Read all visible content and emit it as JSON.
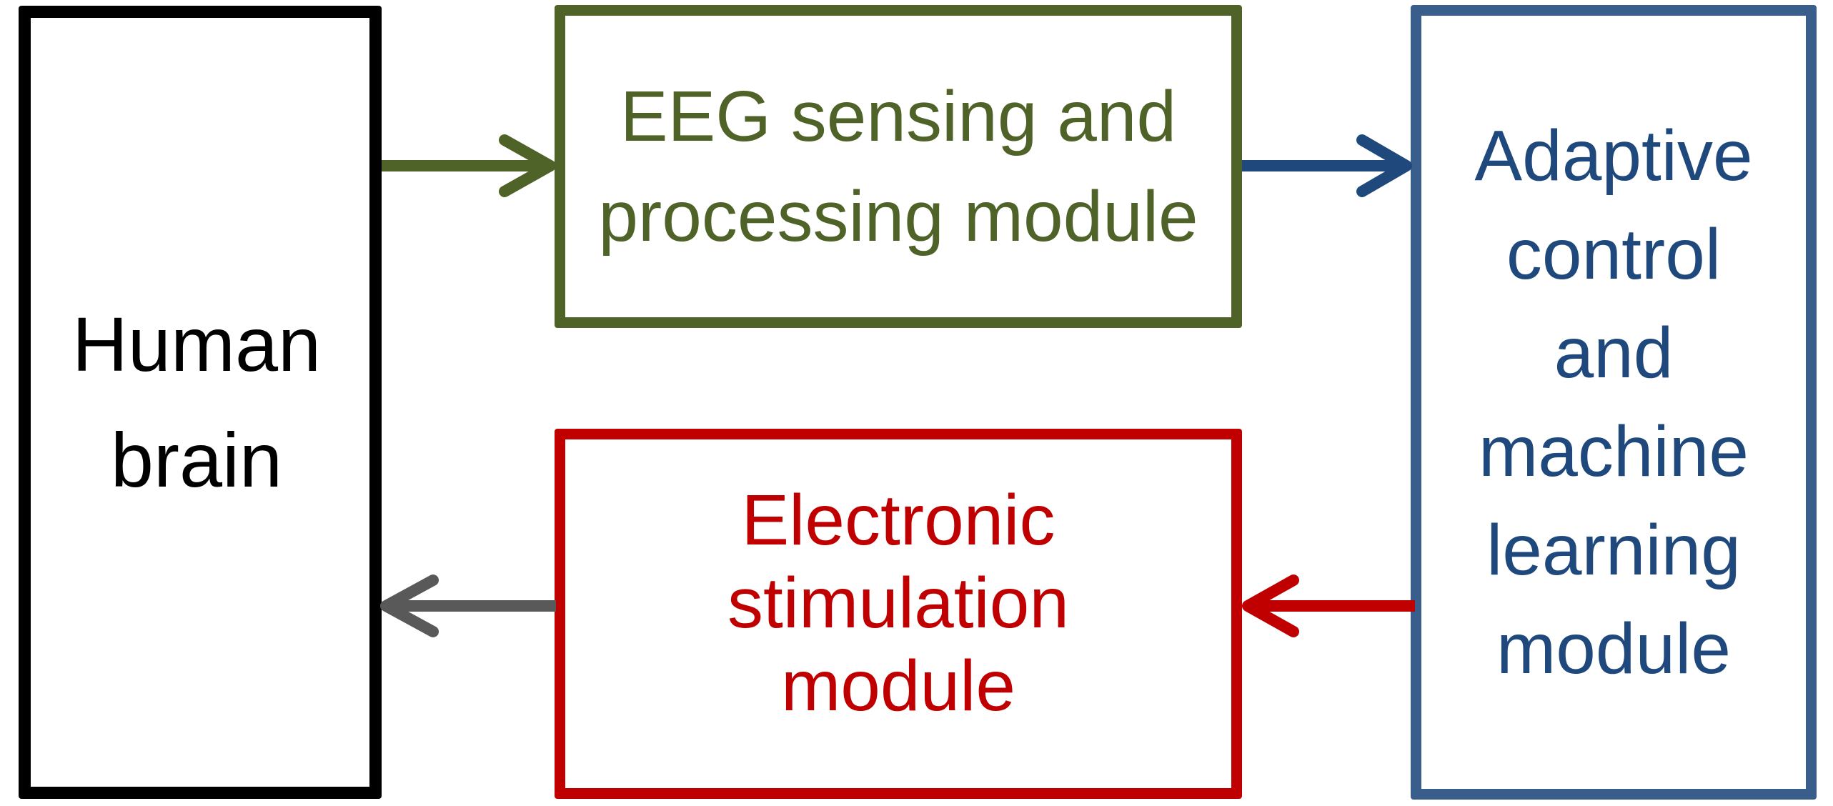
{
  "diagram": {
    "nodes": {
      "human_brain": {
        "label": "Human\nbrain",
        "border_color": "#000000",
        "text_color": "#000000"
      },
      "eeg": {
        "label": "EEG sensing and\nprocessing module",
        "border_color": "#4f6228",
        "text_color": "#4f6228"
      },
      "adaptive": {
        "label": "Adaptive\ncontrol\nand\nmachine\nlearning\nmodule",
        "border_color": "#3a5e8c",
        "text_color": "#1f497d"
      },
      "stimulation": {
        "label": "Electronic\nstimulation\nmodule",
        "border_color": "#c00000",
        "text_color": "#c00000"
      }
    },
    "edges": [
      {
        "from": "human_brain",
        "to": "eeg",
        "color": "#4f6228"
      },
      {
        "from": "eeg",
        "to": "adaptive",
        "color": "#1f497d"
      },
      {
        "from": "adaptive",
        "to": "stimulation",
        "color": "#c00000"
      },
      {
        "from": "stimulation",
        "to": "human_brain",
        "color": "#595959"
      }
    ]
  }
}
